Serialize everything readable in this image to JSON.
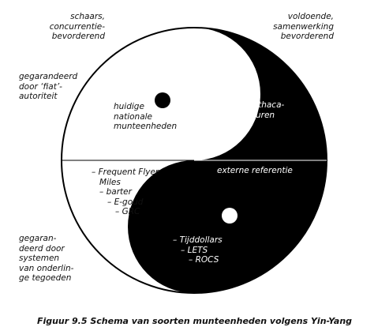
{
  "corner_labels": {
    "top_left": "schaars,\nconcurrentie-\nbevorderend",
    "top_right": "voldoende,\nsamenwerking\nbevorderend",
    "left_upper": "gegarandeerd\ndoor ‘fiat’-\nautoriteit",
    "left_lower": "gegaran-\ndeerd door\nsystemen\nvan onderlin-\nge tegoeden"
  },
  "quadrants": {
    "upper_left": "huidige\nnationale\nmunteenheden",
    "upper_right": "Ithaca-\nuren",
    "lower_right_header": "externe referentie",
    "lower_left_items": "– Frequent Flyer\n   Miles\n   – barter\n      – E-goud\n         – GRC",
    "lower_right_items": "– Tijddollars\n   – LETS\n      – ROCS"
  },
  "caption": "Figuur 9.5 Schema van soorten munteenheden volgens Yin-Yang",
  "colors": {
    "dark": "#000000",
    "light": "#ffffff"
  }
}
